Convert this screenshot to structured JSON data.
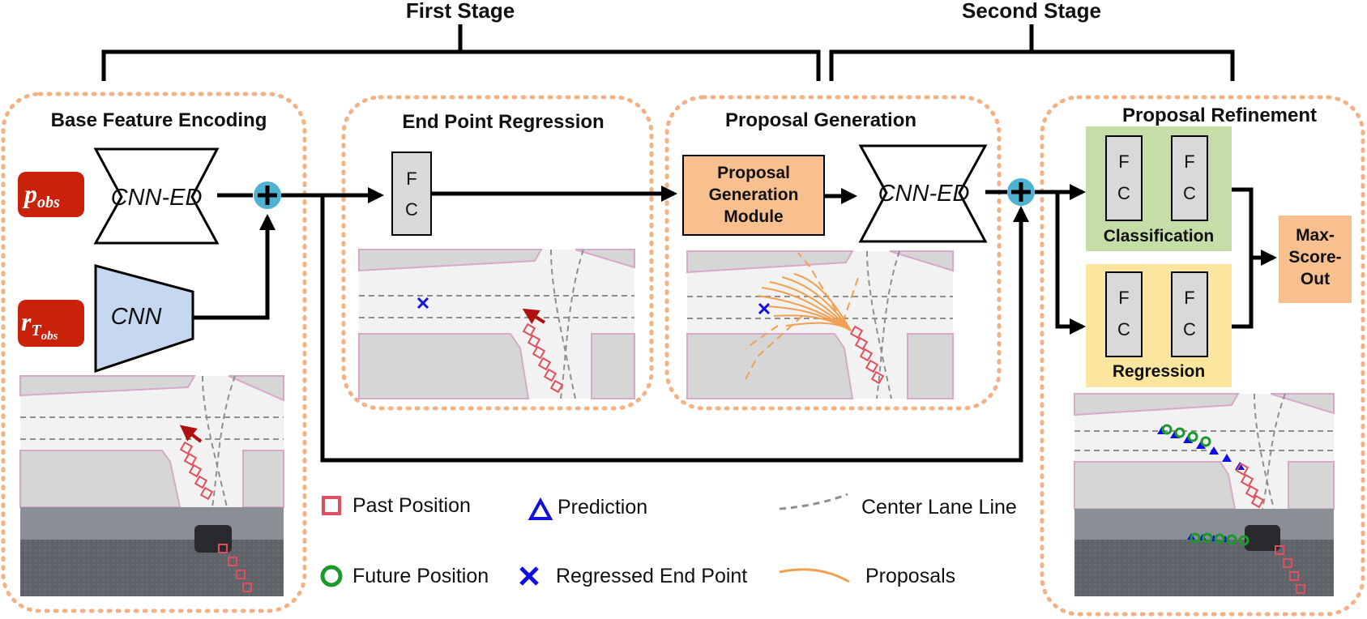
{
  "stages": {
    "first": "First Stage",
    "second": "Second Stage"
  },
  "panels": {
    "base": "Base Feature Encoding",
    "endpoint": "End Point Regression",
    "proposal": "Proposal Generation",
    "refine": "Proposal Refinement"
  },
  "inputs": {
    "p_obs": {
      "main": "p",
      "sub": "obs"
    },
    "r_tobs": {
      "main": "r",
      "sub": "T",
      "subsub": "obs"
    }
  },
  "blocks": {
    "cnn_ed_1": "CNN-ED",
    "cnn": "CNN",
    "cnn_ed_2": "CNN-ED",
    "fc_top": "F",
    "fc_bottom": "C",
    "pgm_line1": "Proposal",
    "pgm_line2": "Generation",
    "pgm_line3": "Module",
    "classification": "Classification",
    "regression": "Regression",
    "max_line1": "Max-",
    "max_line2": "Score-",
    "max_line3": "Out"
  },
  "legend": {
    "past": "Past Position",
    "prediction": "Prediction",
    "center_lane": "Center Lane Line",
    "future": "Future Position",
    "regressed": "Regressed End Point",
    "proposals": "Proposals"
  },
  "colors": {
    "input_red": "#c9210a",
    "cnn_blue": "#c5d8ef",
    "pgm_orange": "#f8bf8f",
    "cls_green": "#c5dea8",
    "reg_yellow": "#fbe59f",
    "max_orange": "#f8bf8f",
    "panel_border": "#f4b183",
    "plus_circle": "#4fb3cf",
    "past_marker": "#e0505c",
    "prediction_marker": "#1010e0",
    "future_marker": "#1a9a2a",
    "proposal_line": "#f0a050"
  }
}
